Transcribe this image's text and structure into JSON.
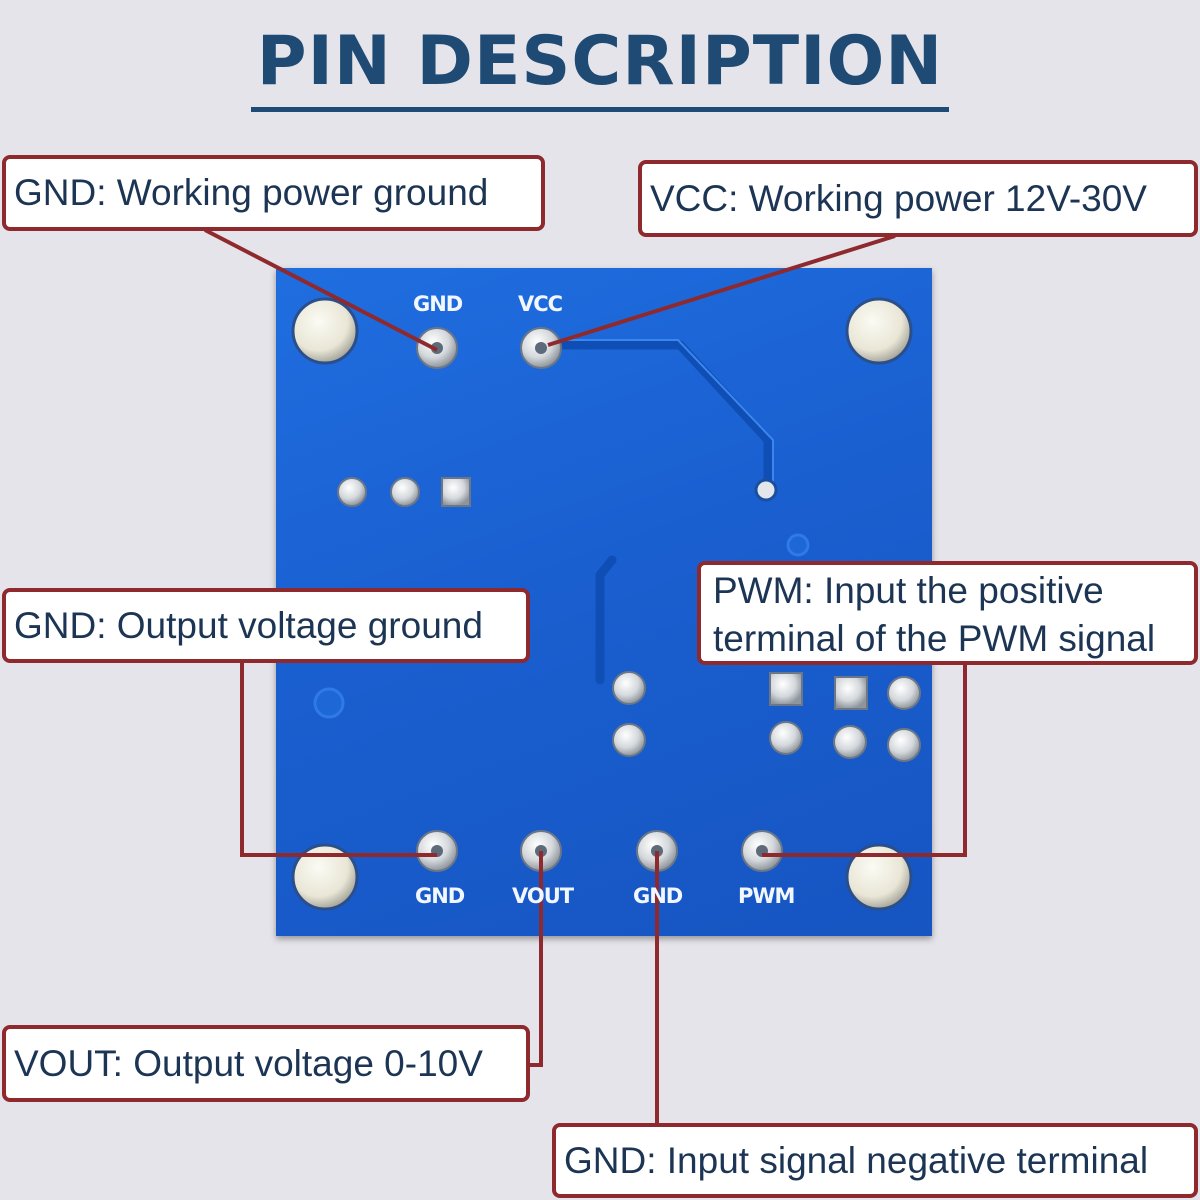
{
  "title": "PIN DESCRIPTION",
  "colors": {
    "title": "#1f4a73",
    "board": "#1a5fd0",
    "callout_border": "#8e2a2e",
    "callout_text": "#1c3554"
  },
  "silkscreen": {
    "top_gnd": "GND",
    "top_vcc": "VCC",
    "bottom_gnd1": "GND",
    "bottom_vout": "VOUT",
    "bottom_gnd2": "GND",
    "bottom_pwm": "PWM"
  },
  "callouts": {
    "gnd_power": "GND: Working power ground",
    "vcc_power": "VCC: Working power 12V-30V",
    "gnd_output": "GND: Output voltage ground",
    "pwm_input": "PWM: Input the positive terminal of the PWM signal",
    "vout_output": "VOUT: Output voltage 0-10V",
    "gnd_input": "GND: Input signal negative terminal"
  }
}
